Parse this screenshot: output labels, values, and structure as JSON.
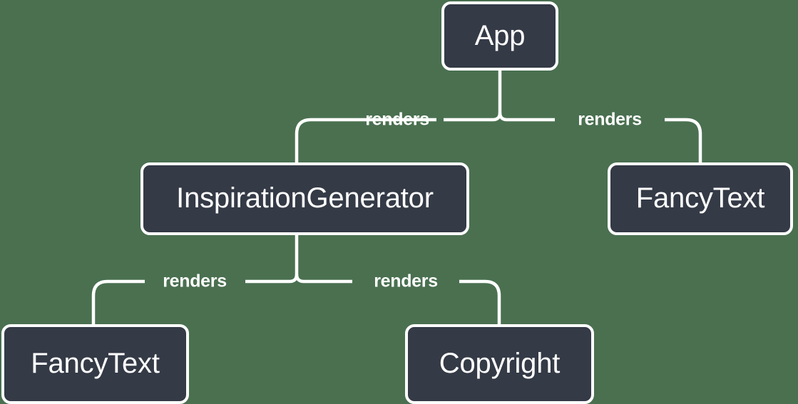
{
  "diagram": {
    "type": "component-tree",
    "title": "React component render tree",
    "colors": {
      "background": "#4a7050",
      "node_fill": "#343a46",
      "node_border": "#ffffff",
      "node_text": "#ffffff",
      "edge_stroke": "#ffffff"
    },
    "nodes": [
      {
        "id": "app",
        "label": "App"
      },
      {
        "id": "inspiration",
        "label": "InspirationGenerator"
      },
      {
        "id": "fancytext-right",
        "label": "FancyText"
      },
      {
        "id": "fancytext-bottom",
        "label": "FancyText"
      },
      {
        "id": "copyright",
        "label": "Copyright"
      }
    ],
    "edges": [
      {
        "id": "app-inspiration",
        "from": "app",
        "to": "inspiration",
        "label": "renders"
      },
      {
        "id": "app-fancytext",
        "from": "app",
        "to": "fancytext-right",
        "label": "renders"
      },
      {
        "id": "inspiration-fancytext",
        "from": "inspiration",
        "to": "fancytext-bottom",
        "label": "renders"
      },
      {
        "id": "inspiration-copyright",
        "from": "inspiration",
        "to": "copyright",
        "label": "renders"
      }
    ]
  }
}
